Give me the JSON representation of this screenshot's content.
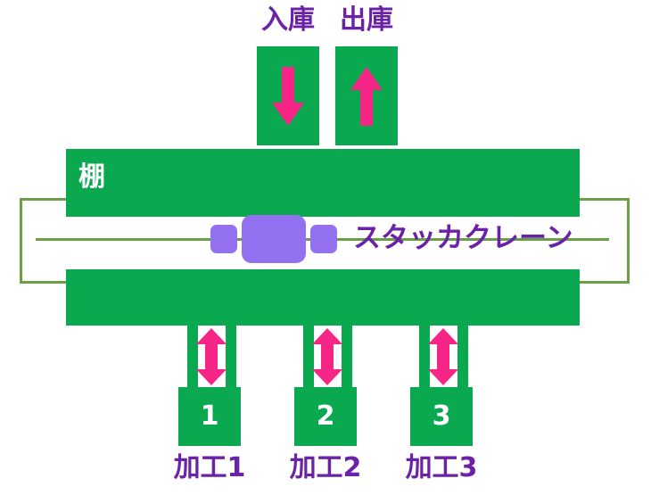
{
  "diagram": {
    "title_labels": {
      "inbound": "入庫",
      "outbound": "出庫"
    },
    "rack_label": "棚",
    "crane_label": "スタッカクレーン",
    "stations": [
      {
        "number": "1",
        "label": "加工1"
      },
      {
        "number": "2",
        "label": "加工2"
      },
      {
        "number": "3",
        "label": "加工3"
      }
    ],
    "icons": {
      "inbound_arrow": "arrow-down-icon",
      "outbound_arrow": "arrow-up-icon",
      "station_arrow": "arrow-up-down-icon"
    },
    "colors": {
      "green": "#0aa84f",
      "pink": "#f72585",
      "purple_text": "#6b21a8",
      "crane_purple": "#9370f0",
      "rail_green": "#6a9e47",
      "white": "#ffffff",
      "background": "#ffffff"
    }
  }
}
